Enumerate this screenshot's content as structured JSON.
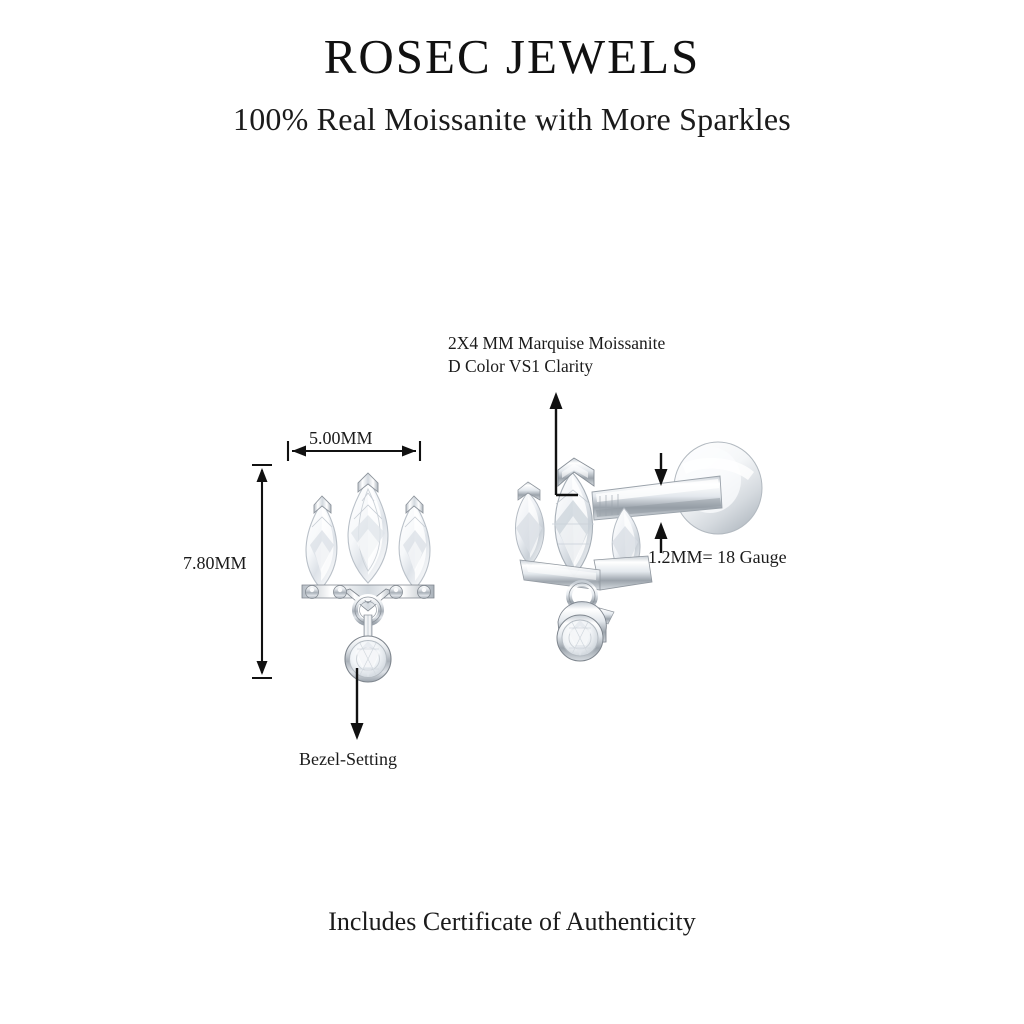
{
  "header": {
    "brand": "ROSEC JEWELS",
    "tagline": "100% Real Moissanite with More Sparkles"
  },
  "footer": {
    "note": "Includes Certificate of Authenticity"
  },
  "annotations": {
    "stone_spec_line1": "2X4 MM Marquise Moissanite",
    "stone_spec_line2": "D Color VS1 Clarity",
    "gauge": "1.2MM= 18 Gauge",
    "setting": "Bezel-Setting"
  },
  "dimensions": {
    "width": "5.00MM",
    "height": "7.80MM"
  },
  "product": {
    "front_view_name": "marquise-crown-dangle-earring-front",
    "side_view_name": "marquise-crown-dangle-earring-flatback-labret",
    "stone_shapes": [
      "marquise",
      "marquise",
      "marquise",
      "round"
    ],
    "metal_color": "#e9ecef"
  },
  "colors": {
    "background": "#ffffff",
    "text": "#1b1b1b",
    "line": "#111111",
    "metal_light": "#fdfdfe",
    "metal_mid": "#c9ced4",
    "metal_dark": "#8d949c",
    "stone_light": "#ffffff",
    "stone_shadow": "#c4cad1"
  }
}
